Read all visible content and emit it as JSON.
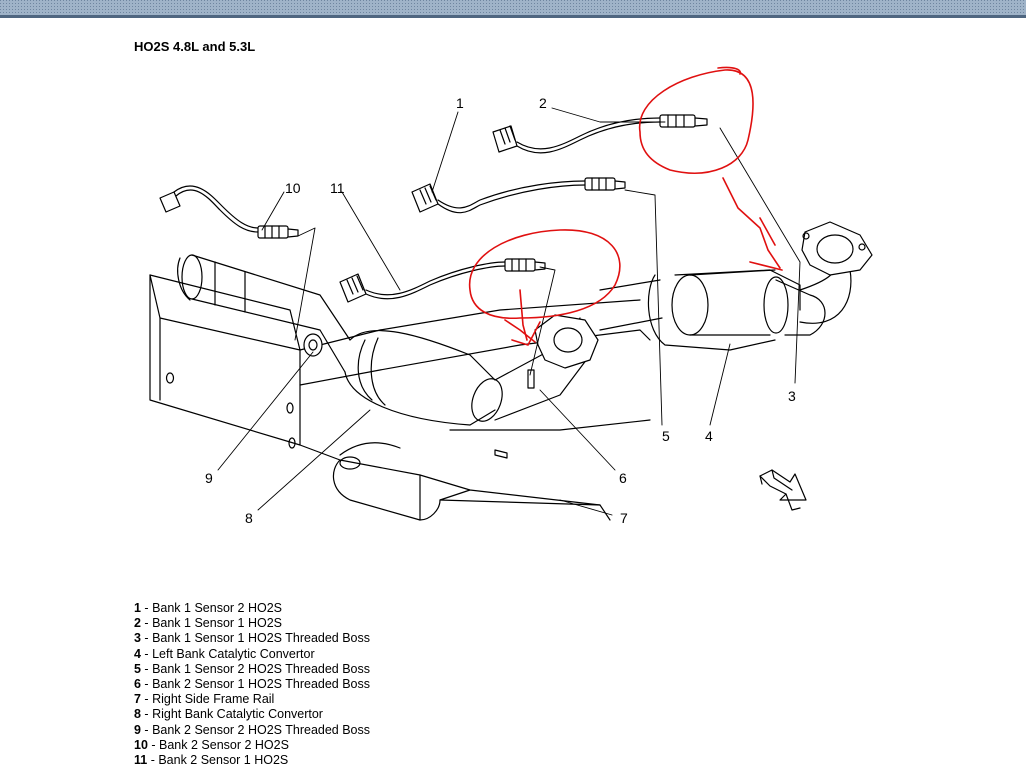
{
  "header": {
    "title": "HO2S 4.8L and 5.3L"
  },
  "callouts": [
    "1",
    "2",
    "3",
    "4",
    "5",
    "6",
    "7",
    "8",
    "9",
    "10",
    "11"
  ],
  "legend": [
    {
      "num": "1",
      "label": "Bank 1 Sensor 2 HO2S"
    },
    {
      "num": "2",
      "label": "Bank 1 Sensor 1 HO2S"
    },
    {
      "num": "3",
      "label": "Bank 1 Sensor 1 HO2S Threaded Boss"
    },
    {
      "num": "4",
      "label": "Left Bank Catalytic Convertor"
    },
    {
      "num": "5",
      "label": "Bank 1 Sensor 2 HO2S Threaded Boss"
    },
    {
      "num": "6",
      "label": "Bank 2 Sensor 1 HO2S Threaded Boss"
    },
    {
      "num": "7",
      "label": "Right Side Frame Rail"
    },
    {
      "num": "8",
      "label": "Right Bank Catalytic Convertor"
    },
    {
      "num": "9",
      "label": "Bank 2 Sensor 2 HO2S Threaded Boss"
    },
    {
      "num": "10",
      "label": "Bank 2 Sensor 2 HO2S"
    },
    {
      "num": "11",
      "label": "Bank 2 Sensor 1 HO2S"
    }
  ],
  "colors": {
    "topbar": "#8aa0b8",
    "annotation": "#e01010",
    "line": "#000000"
  }
}
